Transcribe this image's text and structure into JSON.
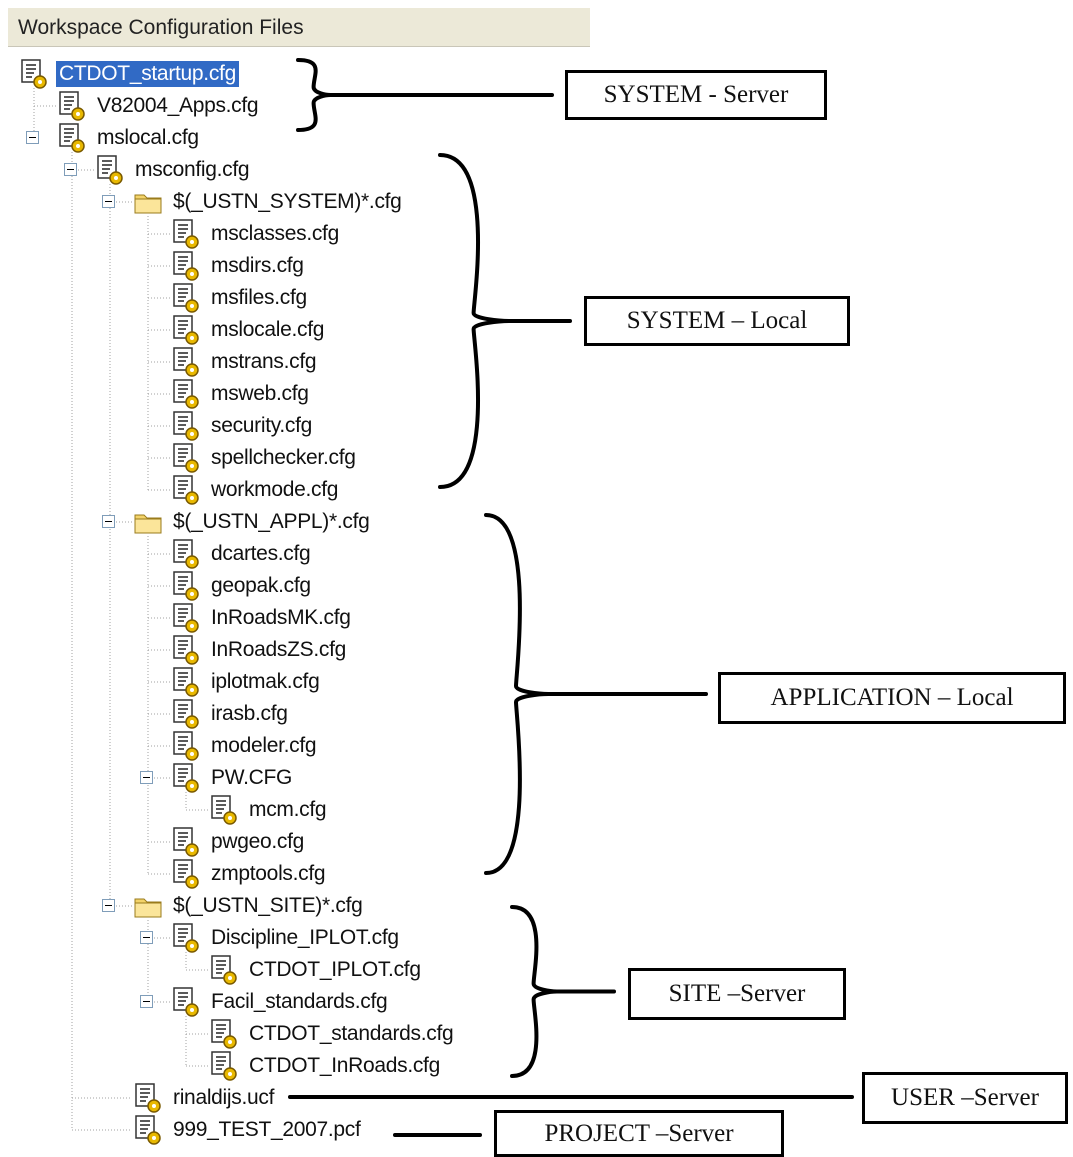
{
  "panel": {
    "title": "Workspace Configuration Files"
  },
  "tree": [
    {
      "label": "CTDOT_startup.cfg",
      "icon": "config-file-icon",
      "selected": true
    },
    {
      "label": "V82004_Apps.cfg",
      "icon": "config-file-icon"
    },
    {
      "label": "mslocal.cfg",
      "icon": "config-file-icon",
      "expanded": true
    },
    {
      "label": "msconfig.cfg",
      "icon": "config-file-icon",
      "expanded": true
    },
    {
      "label": "$(_USTN_SYSTEM)*.cfg",
      "icon": "folder-icon",
      "expanded": true
    },
    {
      "label": "msclasses.cfg",
      "icon": "config-file-icon"
    },
    {
      "label": "msdirs.cfg",
      "icon": "config-file-icon"
    },
    {
      "label": "msfiles.cfg",
      "icon": "config-file-icon"
    },
    {
      "label": "mslocale.cfg",
      "icon": "config-file-icon"
    },
    {
      "label": "mstrans.cfg",
      "icon": "config-file-icon"
    },
    {
      "label": "msweb.cfg",
      "icon": "config-file-icon"
    },
    {
      "label": "security.cfg",
      "icon": "config-file-icon"
    },
    {
      "label": "spellchecker.cfg",
      "icon": "config-file-icon"
    },
    {
      "label": "workmode.cfg",
      "icon": "config-file-icon"
    },
    {
      "label": "$(_USTN_APPL)*.cfg",
      "icon": "folder-icon",
      "expanded": true
    },
    {
      "label": "dcartes.cfg",
      "icon": "config-file-icon"
    },
    {
      "label": "geopak.cfg",
      "icon": "config-file-icon"
    },
    {
      "label": "InRoadsMK.cfg",
      "icon": "config-file-icon"
    },
    {
      "label": "InRoadsZS.cfg",
      "icon": "config-file-icon"
    },
    {
      "label": "iplotmak.cfg",
      "icon": "config-file-icon"
    },
    {
      "label": "irasb.cfg",
      "icon": "config-file-icon"
    },
    {
      "label": "modeler.cfg",
      "icon": "config-file-icon"
    },
    {
      "label": "PW.CFG",
      "icon": "config-file-icon",
      "expanded": true
    },
    {
      "label": "mcm.cfg",
      "icon": "config-file-icon"
    },
    {
      "label": "pwgeo.cfg",
      "icon": "config-file-icon"
    },
    {
      "label": "zmptools.cfg",
      "icon": "config-file-icon"
    },
    {
      "label": "$(_USTN_SITE)*.cfg",
      "icon": "folder-icon",
      "expanded": true
    },
    {
      "label": "Discipline_IPLOT.cfg",
      "icon": "config-file-icon",
      "expanded": true
    },
    {
      "label": "CTDOT_IPLOT.cfg",
      "icon": "config-file-icon"
    },
    {
      "label": "Facil_standards.cfg",
      "icon": "config-file-icon",
      "expanded": true
    },
    {
      "label": "CTDOT_standards.cfg",
      "icon": "config-file-icon"
    },
    {
      "label": "CTDOT_InRoads.cfg",
      "icon": "config-file-icon"
    },
    {
      "label": "rinaldijs.ucf",
      "icon": "config-file-icon"
    },
    {
      "label": "999_TEST_2007.pcf",
      "icon": "config-file-icon"
    }
  ],
  "categories": [
    {
      "label": "SYSTEM - Server"
    },
    {
      "label": "SYSTEM – Local"
    },
    {
      "label": "APPLICATION – Local"
    },
    {
      "label": "SITE –Server"
    },
    {
      "label": "USER –Server"
    },
    {
      "label": "PROJECT –Server"
    }
  ],
  "colors": {
    "selection": "#316ac5",
    "folder": "#f3d36a",
    "gear": "#e8b800"
  }
}
